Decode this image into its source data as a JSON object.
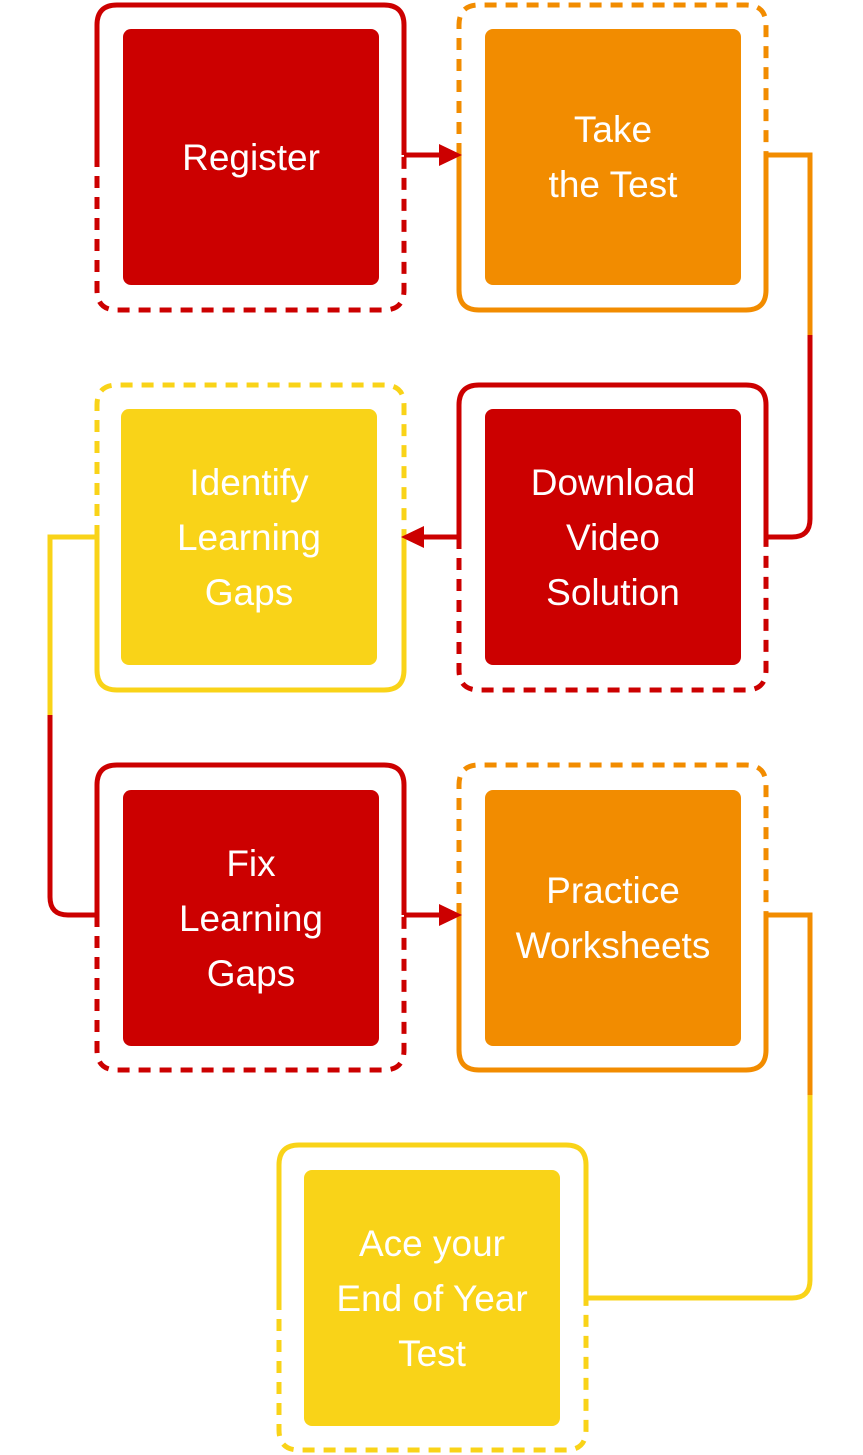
{
  "colors": {
    "red": "#cc0000",
    "orange": "#f28c00",
    "yellow": "#f9d318"
  },
  "steps": [
    {
      "lines": [
        "Register"
      ],
      "color": "red"
    },
    {
      "lines": [
        "Take",
        "the Test"
      ],
      "color": "orange"
    },
    {
      "lines": [
        "Download",
        "Video",
        "Solution"
      ],
      "color": "red"
    },
    {
      "lines": [
        "Identify",
        "Learning",
        "Gaps"
      ],
      "color": "yellow"
    },
    {
      "lines": [
        "Fix",
        "Learning",
        "Gaps"
      ],
      "color": "red"
    },
    {
      "lines": [
        "Practice",
        "Worksheets"
      ],
      "color": "orange"
    },
    {
      "lines": [
        "Ace your",
        "End of Year",
        "Test"
      ],
      "color": "yellow"
    }
  ]
}
